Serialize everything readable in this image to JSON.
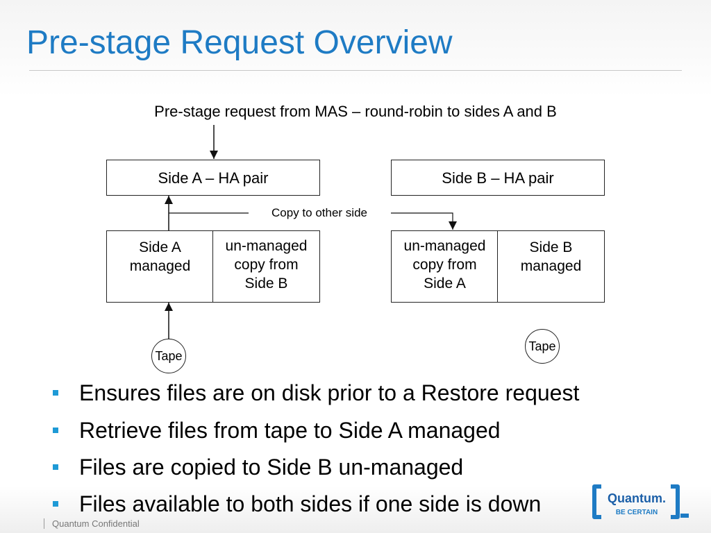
{
  "slide": {
    "title": "Pre-stage Request Overview"
  },
  "diagram": {
    "caption": "Pre-stage request from MAS – round-robin to sides A and B",
    "side_a_pair": "Side A – HA pair",
    "side_b_pair": "Side B – HA pair",
    "copy_label": "Copy to other side",
    "side_a_managed": "Side A\nmanaged",
    "side_a_unmanaged": "un-managed\ncopy from\nSide B",
    "side_b_unmanaged": "un-managed\ncopy from\nSide A",
    "side_b_managed": "Side B\nmanaged",
    "tape_a": "Tape",
    "tape_b": "Tape"
  },
  "bullets": [
    "Ensures files are on disk prior to a Restore request",
    "Retrieve files from tape to Side A managed",
    "Files are copied to Side B un-managed",
    "Files available to both sides if one side is down"
  ],
  "footer": {
    "text": "Quantum Confidential"
  },
  "logo": {
    "name": "Quantum.",
    "tagline": "BE CERTAIN"
  },
  "colors": {
    "title": "#1e7bc4",
    "bullet": "#1e9ad6"
  }
}
